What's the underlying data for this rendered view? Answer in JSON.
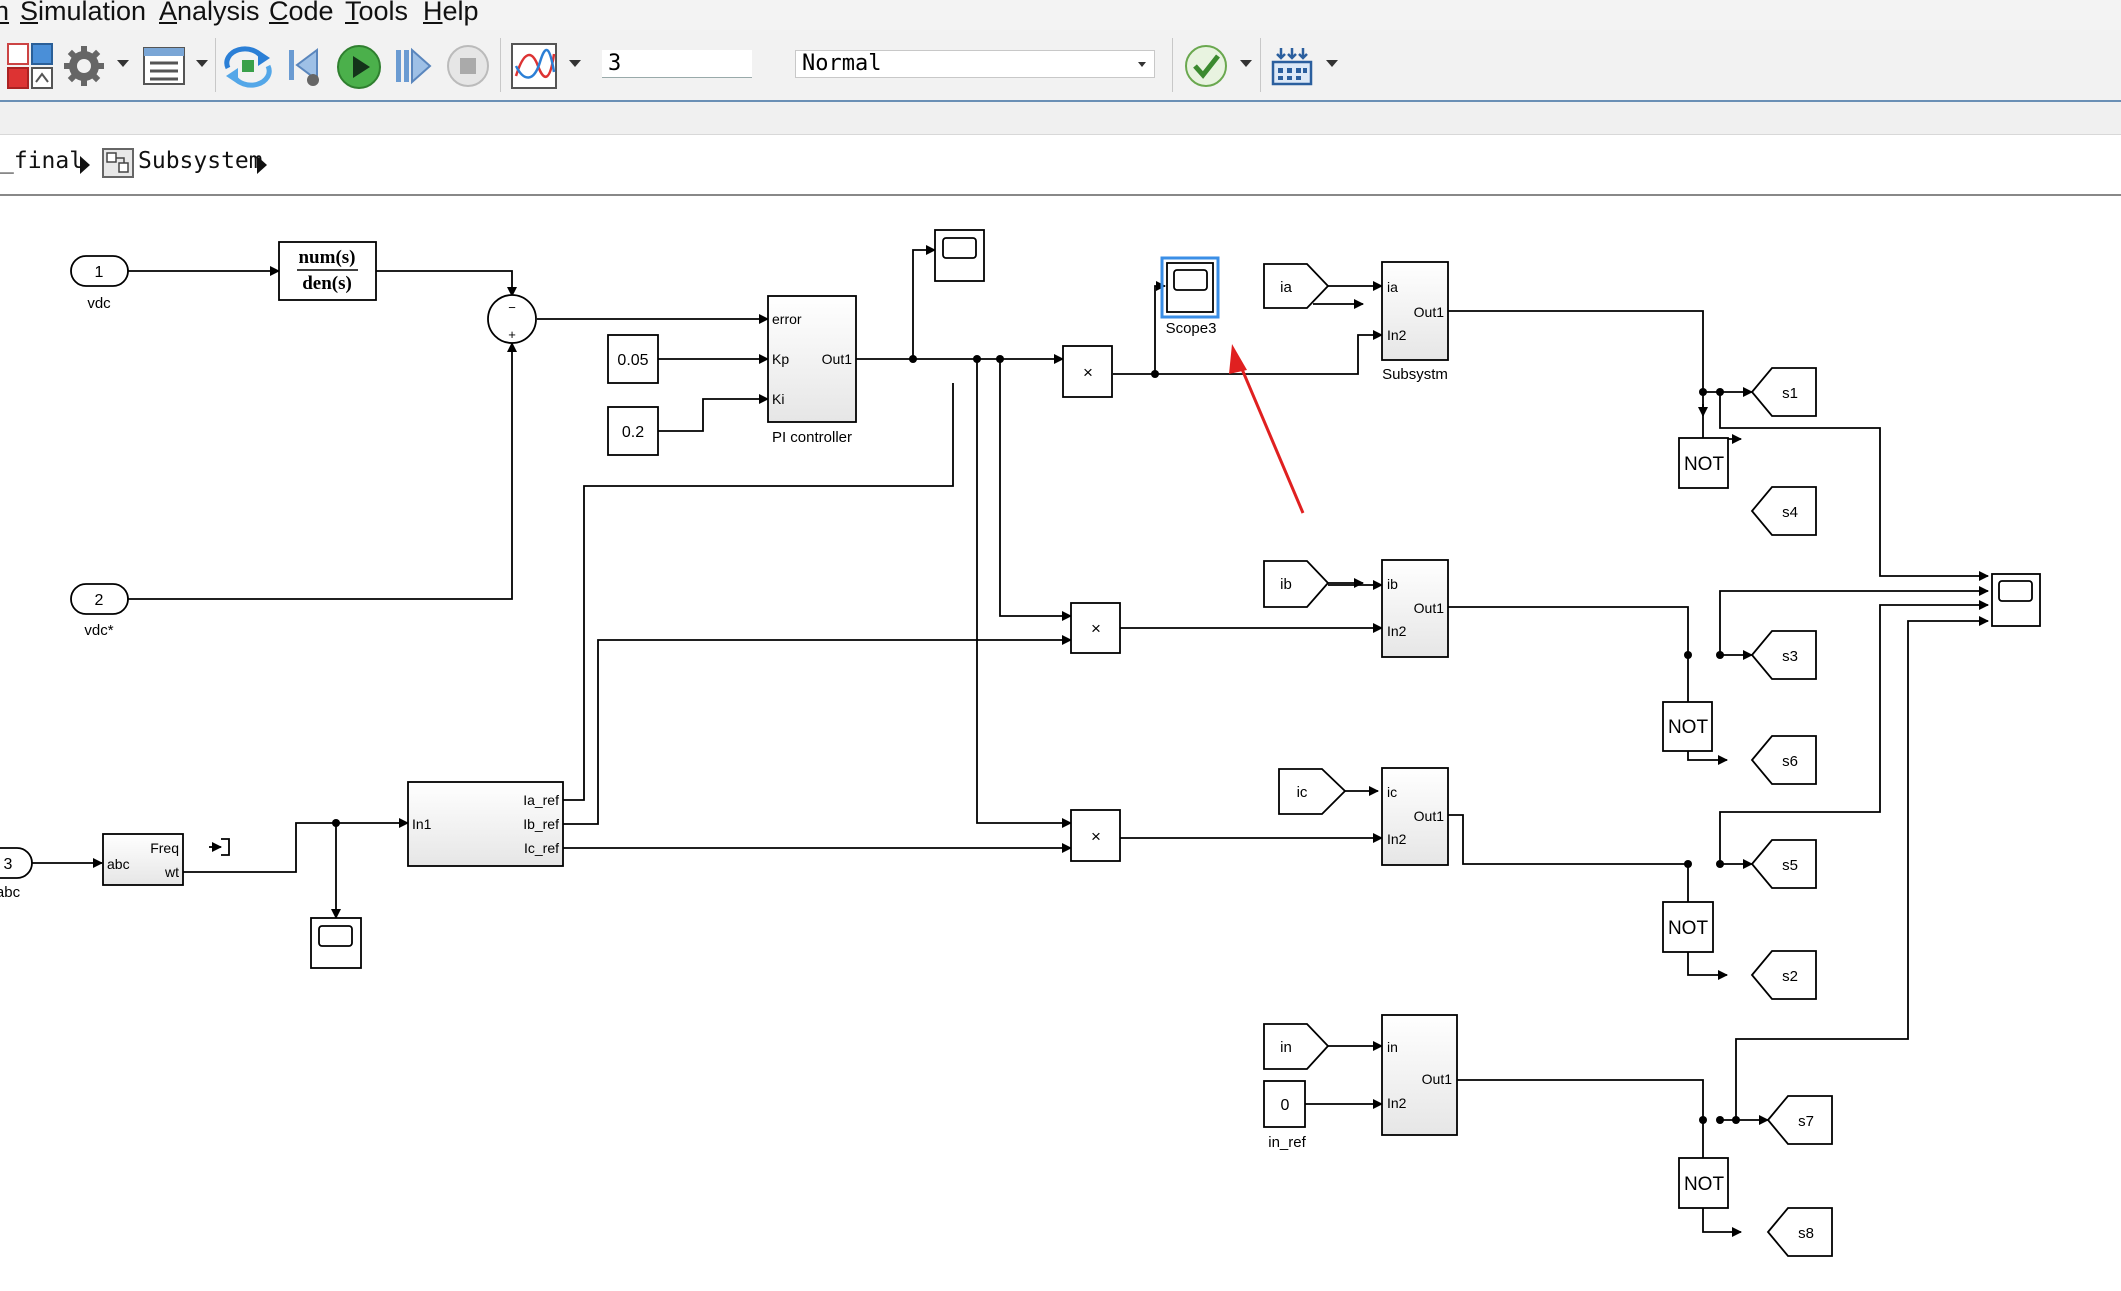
{
  "menu": {
    "items": [
      {
        "prefix": "",
        "ul": "n",
        "rest": ""
      },
      {
        "prefix": "",
        "ul": "S",
        "rest": "imulation"
      },
      {
        "prefix": "",
        "ul": "A",
        "rest": "nalysis"
      },
      {
        "prefix": "",
        "ul": "C",
        "rest": "ode"
      },
      {
        "prefix": "",
        "ul": "T",
        "rest": "ools"
      },
      {
        "prefix": "",
        "ul": "H",
        "rest": "elp"
      }
    ]
  },
  "toolbar": {
    "stop_time": "3",
    "sim_mode": "Normal",
    "icons": [
      "library-browser-icon",
      "model-settings-icon",
      "model-explorer-icon",
      "update-diagram-icon",
      "step-back-icon",
      "run-icon",
      "step-forward-icon",
      "stop-icon",
      "data-inspector-icon",
      "model-advisor-icon",
      "build-icon"
    ]
  },
  "breadcrumb": {
    "model": "_final",
    "subsystem": "Subsystem"
  },
  "diagram": {
    "inports": [
      {
        "num": "1",
        "name": "vdc"
      },
      {
        "num": "2",
        "name": "vdc*"
      },
      {
        "num": "3",
        "name": "abc"
      }
    ],
    "transfer_fcn": {
      "num": "num(s)",
      "den": "den(s)"
    },
    "sum_signs": {
      "top": "−",
      "bottom": "+"
    },
    "constants": {
      "kp": "0.05",
      "ki": "0.2",
      "in_ref": "0"
    },
    "pi_controller": {
      "name": "PI controller",
      "inputs": [
        "error",
        "Kp",
        "Ki"
      ],
      "output": "Out1"
    },
    "product_symbol": "×",
    "pll": {
      "inputs": [
        "abc"
      ],
      "outputs": [
        "Freq",
        "wt"
      ]
    },
    "ref_block": {
      "input": "In1",
      "outputs": [
        "Ia_ref",
        "Ib_ref",
        "Ic_ref"
      ]
    },
    "scope3_label": "Scope3",
    "froms": [
      "ia",
      "ib",
      "ic",
      "in"
    ],
    "subsystems": [
      {
        "in1": "ia",
        "in2": "In2",
        "out": "Out1",
        "name": "Subsystm"
      },
      {
        "in1": "ib",
        "in2": "In2",
        "out": "Out1",
        "name": ""
      },
      {
        "in1": "ic",
        "in2": "In2",
        "out": "Out1",
        "name": ""
      },
      {
        "in1": "in",
        "in2": "In2",
        "out": "Out1",
        "name": ""
      }
    ],
    "in_ref_label": "in_ref",
    "not_label": "NOT",
    "gotos": [
      "s1",
      "s4",
      "s3",
      "s6",
      "s5",
      "s2",
      "s7",
      "s8"
    ]
  }
}
